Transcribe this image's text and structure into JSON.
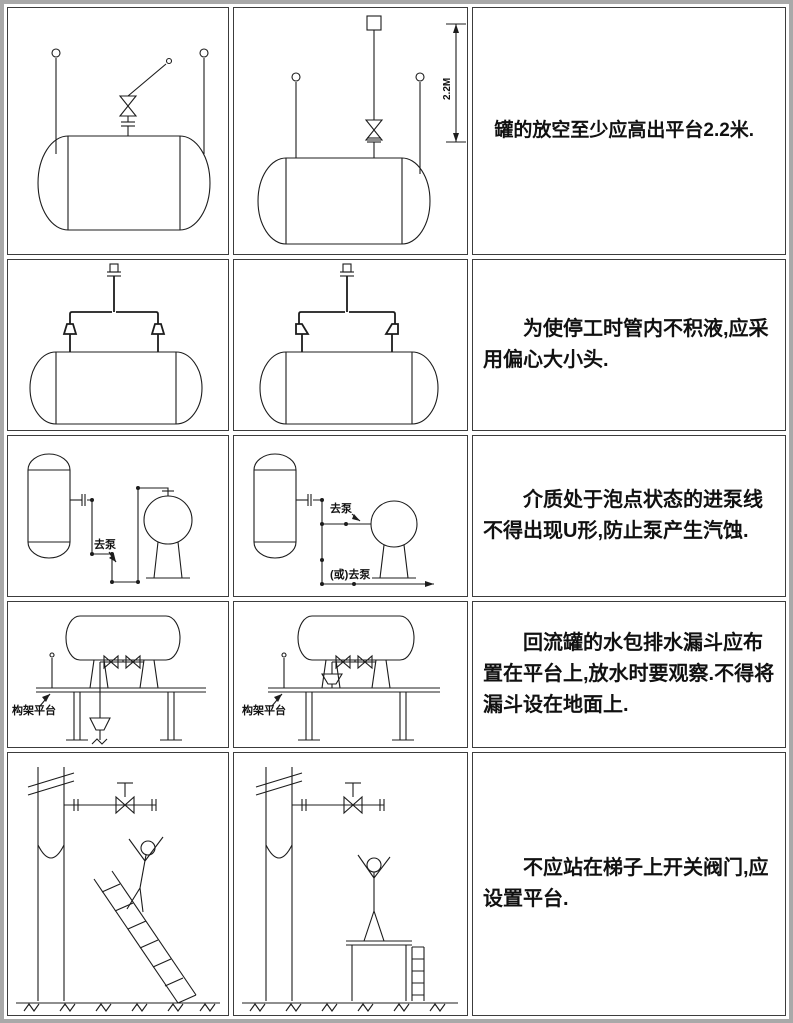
{
  "sheet": {
    "kind": "piping-design-good-practice-sheet",
    "ink_color": "#1c1c1c",
    "frame_color": "#a9a9a9"
  },
  "rows": [
    {
      "id": "tank-vent-height",
      "caption": "罐的放空至少应高出平台2.2米.",
      "dim_label": "2.2M"
    },
    {
      "id": "eccentric-reducer",
      "caption": "为使停工时管内不积液,应采用偏心大小头."
    },
    {
      "id": "pump-suction-no-u",
      "caption": "介质处于泡点状态的进泵线不得出现U形,防止泵产生汽蚀.",
      "label_to_pump": "去泵",
      "label_or_to_pump": "(或)去泵"
    },
    {
      "id": "drain-funnel-on-platform",
      "caption": "回流罐的水包排水漏斗应布置在平台上,放水时要观察.不得将漏斗设在地面上.",
      "label_platform": "构架平台"
    },
    {
      "id": "valve-operation-platform",
      "caption": "不应站在梯子上开关阀门,应设置平台."
    }
  ]
}
